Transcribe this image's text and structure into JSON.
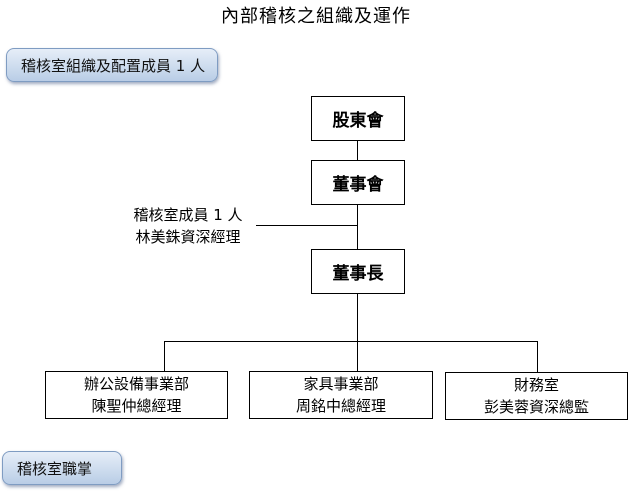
{
  "title": "內部稽核之組織及運作",
  "section_pills": {
    "organization": "稽核室組織及配置成員 1 人",
    "duties": "稽核室職掌"
  },
  "org_chart": {
    "shareholders": "股東會",
    "board": "董事會",
    "chairman": "董事長",
    "audit_note": {
      "line1": "稽核室成員 1 人",
      "line2": "林美銖資深經理"
    },
    "departments": [
      {
        "name": "辦公設備事業部",
        "head": "陳聖仲總經理"
      },
      {
        "name": "家具事業部",
        "head": "周銘中總經理"
      },
      {
        "name": "財務室",
        "head": "彭美蓉資深總監"
      }
    ]
  }
}
